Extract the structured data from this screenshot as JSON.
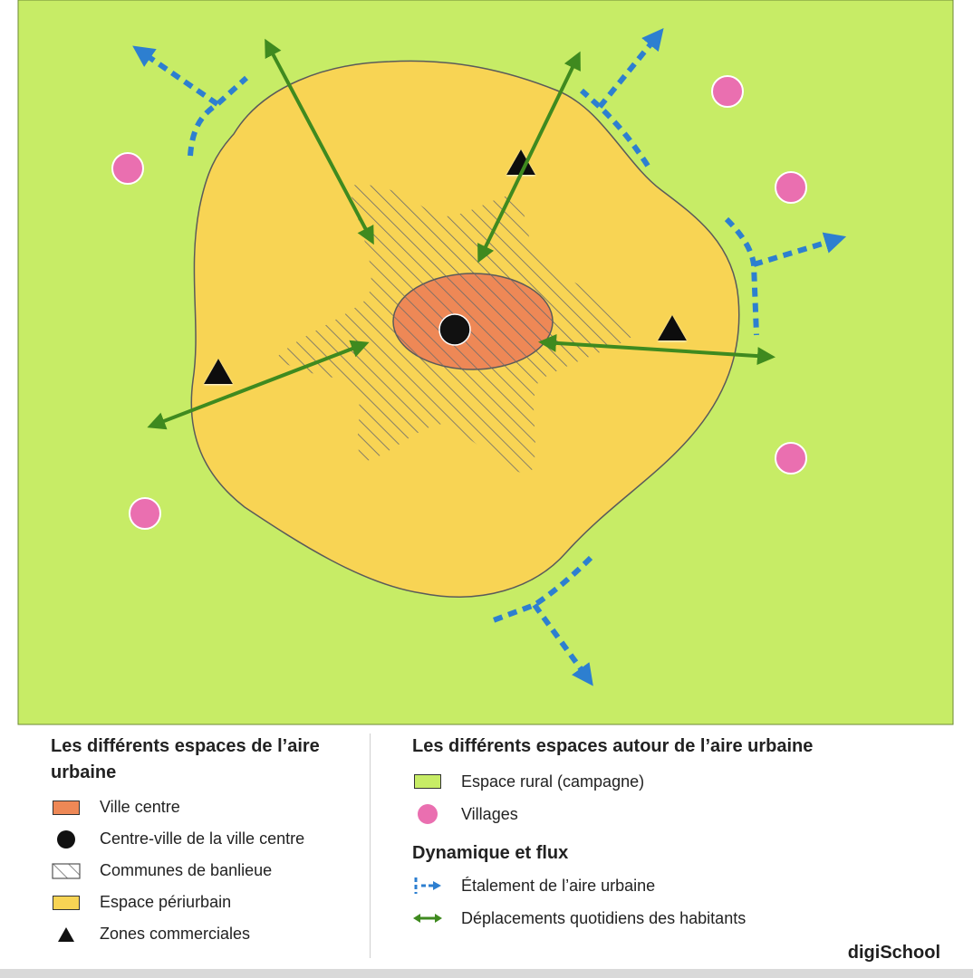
{
  "colors": {
    "rural": "#c7ec66",
    "periurbain": "#f8d454",
    "ville_centre": "#ee8856",
    "village": "#ea6fb0",
    "etalement": "#2d7fd0",
    "deplacements": "#3f8a1f",
    "hatch": "#6b6b6b",
    "outline": "#5a5a5a"
  },
  "icons": {
    "village": "pink-circle-icon",
    "centre_ville": "black-dot-icon",
    "zone_commerciale": "black-triangle-icon",
    "etalement": "blue-dashed-arrow-icon",
    "deplacement": "green-double-arrow-icon"
  },
  "legend": {
    "left": {
      "title": "Les différents espaces de l’aire urbaine",
      "items": [
        {
          "label": "Ville centre"
        },
        {
          "label": "Centre-ville de la ville centre"
        },
        {
          "label": "Communes de banlieue"
        },
        {
          "label": "Espace périurbain"
        },
        {
          "label": "Zones commerciales"
        }
      ]
    },
    "right": {
      "title": "Les différents espaces autour de l’aire urbaine",
      "items": [
        {
          "label": "Espace rural (campagne)"
        },
        {
          "label": "Villages"
        }
      ],
      "flux_title": "Dynamique et flux",
      "flux_items": [
        {
          "label": "Étalement de l’aire urbaine"
        },
        {
          "label": "Déplacements quotidiens des habitants"
        }
      ]
    }
  },
  "brand": "digiSchool"
}
